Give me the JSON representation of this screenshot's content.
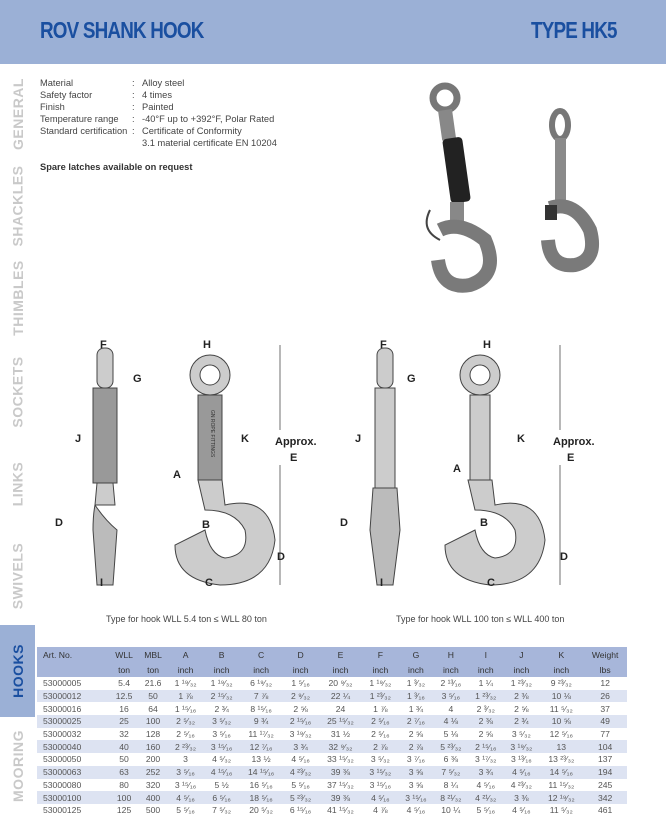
{
  "header": {
    "title": "ROV SHANK HOOK",
    "type": "TYPE HK5"
  },
  "sidebar": [
    "GENERAL",
    "SHACKLES",
    "THIMBLES",
    "SOCKETS",
    "LINKS",
    "SWIVELS",
    "HOOKS",
    "MOORING"
  ],
  "specs": [
    {
      "k": "Material",
      "v": "Alloy steel"
    },
    {
      "k": "Safety factor",
      "v": "4 times"
    },
    {
      "k": "Finish",
      "v": "Painted"
    },
    {
      "k": "Temperature range",
      "v": "-40°F up to +392°F, Polar Rated"
    },
    {
      "k": "Standard certification",
      "v": "Certificate of Conformity"
    },
    {
      "k": "",
      "v": "3.1 material certificate EN 10204"
    }
  ],
  "note": "Spare latches available on request",
  "diagram": {
    "labels": [
      "F",
      "G",
      "H",
      "J",
      "K",
      "A",
      "B",
      "D",
      "I",
      "C",
      "D"
    ],
    "approx": "Approx.",
    "e": "E",
    "brand": "GN ROPE FITTINGS",
    "caption_left": "Type for hook WLL 5.4 ton ≤ WLL 80 ton",
    "caption_right": "Type for hook WLL 100 ton ≤ WLL 400 ton"
  },
  "table": {
    "headers": [
      "Art. No.",
      "WLL",
      "MBL",
      "A",
      "B",
      "C",
      "D",
      "E",
      "F",
      "G",
      "H",
      "I",
      "J",
      "K",
      "Weight"
    ],
    "units": [
      "",
      "ton",
      "ton",
      "inch",
      "inch",
      "inch",
      "inch",
      "inch",
      "inch",
      "inch",
      "inch",
      "inch",
      "inch",
      "inch",
      "lbs"
    ],
    "rows": [
      [
        "53000005",
        "5.4",
        "21.6",
        "1 ¹⁹⁄₃₂",
        "1 ¹⁹⁄₃₂",
        "6 ¹⁹⁄₃₂",
        "1 ⁵⁄₁₆",
        "20 ⁹⁄₃₂",
        "1 ¹⁹⁄₃₂",
        "1 ³⁄₃₂",
        "2 ¹³⁄₁₆",
        "1 ¼",
        "1 ²³⁄₃₂",
        "9 ²³⁄₃₂",
        "12"
      ],
      [
        "53000012",
        "12.5",
        "50",
        "1 ⅞",
        "2 ¹⁵⁄₃₂",
        "7 ⅞",
        "2 ⁹⁄₃₂",
        "22 ¼",
        "1 ²³⁄₃₂",
        "1 ³⁄₁₆",
        "3 ⁵⁄₁₆",
        "1 ²³⁄₃₂",
        "2 ⅜",
        "10 ⅛",
        "26"
      ],
      [
        "53000016",
        "16",
        "64",
        "1 ¹⁵⁄₁₆",
        "2 ¾",
        "8 ¹⁵⁄₁₆",
        "2 ⅝",
        "24",
        "1 ⅞",
        "1 ¾",
        "4",
        "2 ³⁄₃₂",
        "2 ⅝",
        "11 ⁵⁄₃₂",
        "37"
      ],
      [
        "53000025",
        "25",
        "100",
        "2 ⁵⁄₃₂",
        "3 ⁵⁄₃₂",
        "9 ¾",
        "2 ¹⁵⁄₁₆",
        "25 ¹⁵⁄₃₂",
        "2 ⁵⁄₁₆",
        "2 ⁷⁄₁₆",
        "4 ⅛",
        "2 ⅜",
        "2 ¾",
        "10 ⅝",
        "49"
      ],
      [
        "53000032",
        "32",
        "128",
        "2 ⁵⁄₁₆",
        "3 ⁵⁄₁₆",
        "11 ¹⁷⁄₃₂",
        "3 ¹⁹⁄₃₂",
        "31 ½",
        "2 ⁵⁄₁₆",
        "2 ⅝",
        "5 ⅛",
        "2 ⅝",
        "3 ⁵⁄₃₂",
        "12 ⁵⁄₁₆",
        "77"
      ],
      [
        "53000040",
        "40",
        "160",
        "2 ²³⁄₃₂",
        "3 ¹⁵⁄₁₆",
        "12 ⁷⁄₁₆",
        "3 ¾",
        "32 ⁹⁄₃₂",
        "2 ⅞",
        "2 ⅞",
        "5 ²³⁄₃₂",
        "2 ¹⁵⁄₁₆",
        "3 ¹⁹⁄₃₂",
        "13",
        "104"
      ],
      [
        "53000050",
        "50",
        "200",
        "3",
        "4 ⁵⁄₃₂",
        "13 ½",
        "4 ⁵⁄₁₆",
        "33 ¹⁵⁄₃₂",
        "3 ⁵⁄₃₂",
        "3 ⁷⁄₁₆",
        "6 ⅜",
        "3 ¹⁷⁄₃₂",
        "3 ¹³⁄₁₆",
        "13 ²³⁄₃₂",
        "137"
      ],
      [
        "53000063",
        "63",
        "252",
        "3 ⁵⁄₁₆",
        "4 ¹⁵⁄₁₆",
        "14 ¹⁵⁄₁₆",
        "4 ²³⁄₃₂",
        "39 ⅜",
        "3 ¹⁵⁄₃₂",
        "3 ⅝",
        "7 ⁵⁄₃₂",
        "3 ¾",
        "4 ⁵⁄₁₆",
        "14 ⁵⁄₁₆",
        "194"
      ],
      [
        "53000080",
        "80",
        "320",
        "3 ¹⁵⁄₁₆",
        "5 ½",
        "16 ⁵⁄₁₆",
        "5 ⁵⁄₁₆",
        "37 ¹⁵⁄₃₂",
        "3 ¹⁵⁄₁₆",
        "3 ⅝",
        "8 ¼",
        "4 ⁵⁄₁₆",
        "4 ²³⁄₃₂",
        "11 ¹⁵⁄₃₂",
        "245"
      ],
      [
        "53000100",
        "100",
        "400",
        "4 ⁵⁄₁₆",
        "6 ⁵⁄₁₆",
        "18 ⁵⁄₁₆",
        "5 ²³⁄₃₂",
        "39 ⅜",
        "4 ⁵⁄₁₆",
        "3 ¹⁵⁄₁₆",
        "8 ²¹⁄₃₂",
        "4 ²¹⁄₃₂",
        "3 ⅜",
        "12 ¹⁹⁄₃₂",
        "342"
      ],
      [
        "53000125",
        "125",
        "500",
        "5 ⁵⁄₁₆",
        "7 ⁵⁄₃₂",
        "20 ⁵⁄₃₂",
        "6 ¹⁵⁄₁₆",
        "41 ¹⁵⁄₃₂",
        "4 ⅞",
        "4 ⁵⁄₁₆",
        "10 ¼",
        "5 ⁵⁄₁₆",
        "4 ⁵⁄₁₆",
        "11 ⁵⁄₃₂",
        "461"
      ]
    ]
  }
}
